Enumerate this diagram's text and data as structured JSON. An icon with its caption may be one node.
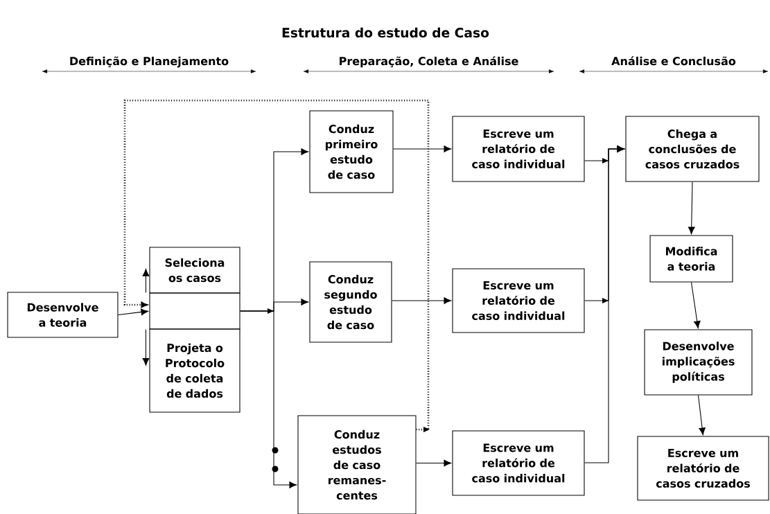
{
  "diagram": {
    "title": "Estrutura do estudo de Caso",
    "nodes": [
      {
        "text": [
          "Desenvolve a teoria"
        ]
      },
      {
        "text": [
          "Seleciona os casos"
        ]
      },
      {
        "text": [],
        "shape": "box"
      },
      {
        "text": [
          "Projeta o Protocolo de coleta de dados"
        ]
      },
      {
        "text": [
          "Conduz primeiro estudo de caso"
        ]
      },
      {
        "text": [
          "Conduz segundo estudo de caso"
        ]
      },
      {
        "text": [
          "Conduz estudos de caso remanes- centes"
        ]
      },
      {
        "text": [
          "Escreve um relatório de caso individual"
        ]
      },
      {
        "text": [
          "Escreve um relatório de caso individual"
        ]
      },
      {
        "text": [
          "Escreve um relatório de caso individual"
        ]
      },
      {
        "text": [
          "Chega a conclusões de casos cruzados"
        ]
      },
      {
        "text": [
          "Modifica a teoria"
        ]
      },
      {
        "text": [
          "Desenvolve implicações políticas"
        ]
      },
      {
        "text": [
          "Escreve um relatório de casos cruzados"
        ]
      }
    ],
    "edges": [
      {
        "from": 0,
        "to": 2,
        "arrow": "to"
      },
      {
        "from": 2,
        "to": 1,
        "arrow": "to"
      },
      {
        "from": 2,
        "to": 3,
        "arrow": "to"
      },
      {
        "from": 2,
        "to": 4,
        "arrow": "to"
      },
      {
        "from": 2,
        "to": 5,
        "arrow": "to"
      },
      {
        "from": 2,
        "to": 6,
        "arrow": "to"
      },
      {
        "from": 6,
        "to": 2,
        "arrow": "to",
        "style": "dashed"
      },
      {
        "from": 4,
        "to": 7,
        "arrow": "to"
      },
      {
        "from": 5,
        "to": 8,
        "arrow": "to"
      },
      {
        "from": 6,
        "to": 9,
        "arrow": "to"
      },
      {
        "from": 7,
        "to": 10,
        "arrow": "to"
      },
      {
        "from": 8,
        "to": 10,
        "arrow": "to"
      },
      {
        "from": 9,
        "to": 10,
        "arrow": "to"
      },
      {
        "from": 10,
        "to": 11,
        "arrow": "to"
      },
      {
        "from": 11,
        "to": 12,
        "arrow": "to"
      },
      {
        "from": 12,
        "to": 13,
        "arrow": "to"
      }
    ],
    "labels": [
      "Definição e Planejamento",
      "Preparação, Coleta e Análise",
      "Análise e Conclusão"
    ]
  }
}
